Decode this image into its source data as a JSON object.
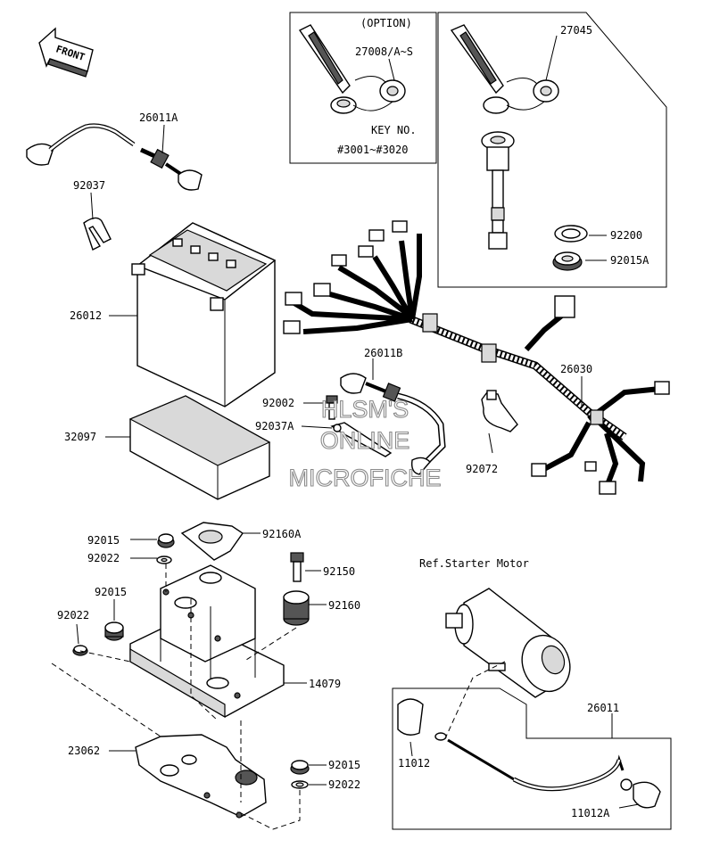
{
  "watermark": [
    "HLSM'S",
    "ONLINE",
    "MICROFICHE"
  ],
  "front_marker": "FRONT",
  "option_box": {
    "title": "(OPTION)",
    "part": "27008/A~S",
    "key_label": "KEY NO.",
    "key_range": "#3001~#3020"
  },
  "reference_label": "Ref.Starter Motor",
  "parts": {
    "p27045": "27045",
    "p26011A": "26011A",
    "p92037": "92037",
    "p92200": "92200",
    "p92015A": "92015A",
    "p26012": "26012",
    "p26011B": "26011B",
    "p26030": "26030",
    "p92002": "92002",
    "p92037A": "92037A",
    "p32097": "32097",
    "p92072": "92072",
    "p92015_top": "92015",
    "p92160A": "92160A",
    "p92022_top": "92022",
    "p92150": "92150",
    "p92015_mid": "92015",
    "p92160": "92160",
    "p92022_left": "92022",
    "p14079": "14079",
    "p26011": "26011",
    "p23062": "23062",
    "p11012": "11012",
    "p92015_bot": "92015",
    "p92022_bot": "92022",
    "p11012A": "11012A"
  }
}
